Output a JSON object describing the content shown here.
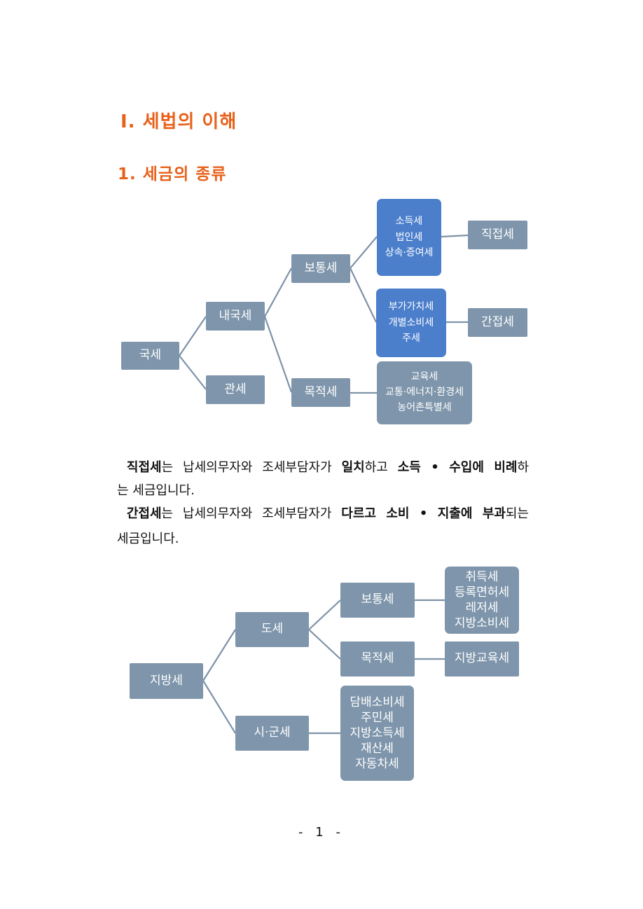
{
  "section_title": "Ⅰ. 세법의 이해",
  "subsection_title": "1. 세금의 종류",
  "national": {
    "root": "국세",
    "domestic": "내국세",
    "customs": "관세",
    "ordinary": "보통세",
    "purpose": "목적세",
    "direct_group": [
      "소득세",
      "법인세",
      "상속·증여세"
    ],
    "indirect_group": [
      "부가가치세",
      "개별소비세",
      "주세"
    ],
    "purpose_group": [
      "교육세",
      "교통·에너지·환경세",
      "농어촌특별세"
    ],
    "direct_label": "직접세",
    "indirect_label": "간접세"
  },
  "description": {
    "line1": {
      "t1": "직접세",
      "t2": "는 납세의무자와 조세부담자가 ",
      "t3": "일치",
      "t4": "하고 ",
      "t5": "소득 • 수입에 비례",
      "t6": "하"
    },
    "line2": "는 세금입니다.",
    "line3": {
      "t1": "간접세",
      "t2": "는 납세의무자와 조세부담자가 ",
      "t3": "다르고 소비 • 지출에 부과",
      "t4": "되는"
    },
    "line4": "세금입니다."
  },
  "local": {
    "root": "지방세",
    "province": "도세",
    "city": "시·군세",
    "ordinary": "보통세",
    "purpose": "목적세",
    "ordinary_group": [
      "취득세",
      "등록면허세",
      "레저세",
      "지방소비세"
    ],
    "purpose_group": [
      "지방교육세"
    ],
    "city_group": [
      "담배소비세",
      "주민세",
      "지방소득세",
      "재산세",
      "자동차세"
    ]
  },
  "page_number": "- 1 -"
}
